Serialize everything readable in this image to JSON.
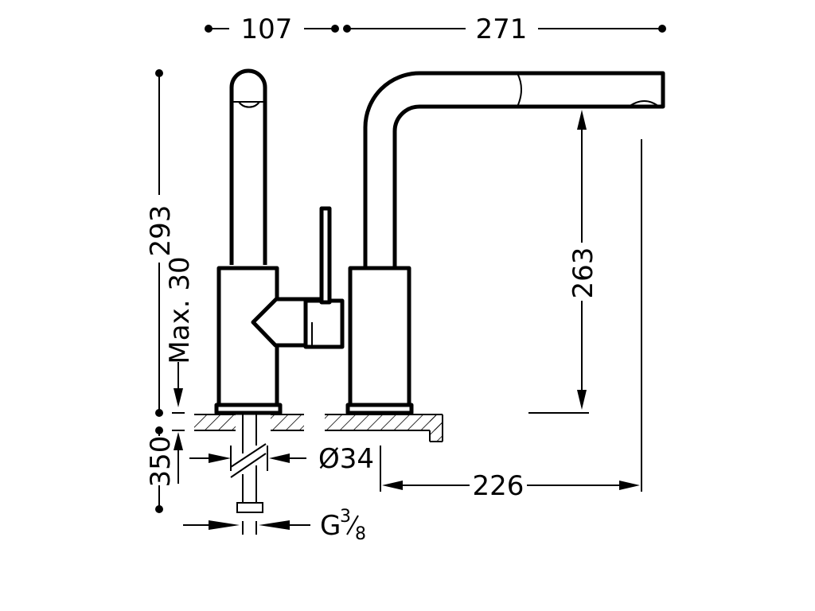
{
  "dimensions": {
    "top_left": "107",
    "top_right": "271",
    "height_total": "293",
    "max_deck": "Max. 30",
    "spout_height": "263",
    "hose_length": "350",
    "hole_diameter": "Ø34",
    "reach": "226",
    "connection_prefix": "G",
    "connection_num": "3",
    "connection_den": "8"
  }
}
